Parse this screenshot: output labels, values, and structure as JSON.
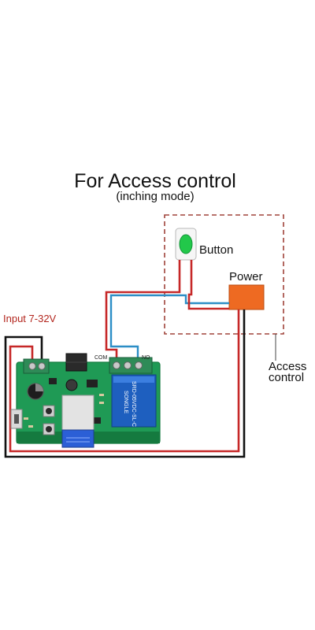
{
  "diagram": {
    "title": "For Access control",
    "subtitle": "(inching mode)",
    "button_label": "Button",
    "power_label": "Power",
    "access_control_label": [
      "Access",
      "control"
    ],
    "input_label": "Input 7-32V",
    "terminal_com": "COM",
    "terminal_no": "NO",
    "relay_text": [
      "SRD-05VDC-SL-C",
      "SONGLE"
    ]
  },
  "colors": {
    "board_green": "#1f9a55",
    "board_dark": "#157a3f",
    "terminal_green": "#2e8b57",
    "wire_red": "#c62828",
    "wire_black": "#111111",
    "wire_blue": "#2c8ec6",
    "power_box": "#ee6a22",
    "button_green": "#22c84a",
    "dashed_box": "#a0433a",
    "relay_blue": "#1e5fbf"
  }
}
